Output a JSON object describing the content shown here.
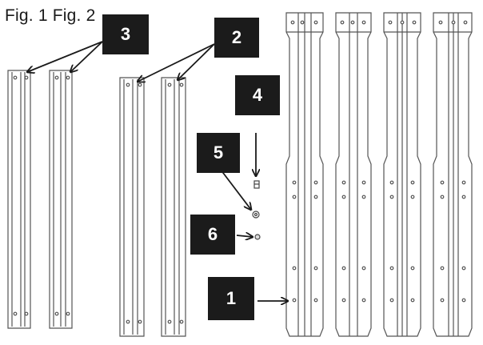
{
  "caption": {
    "fig1": "Fig. 1",
    "fig2": "Fig. 2"
  },
  "callouts": [
    {
      "id": "3",
      "label": "3"
    },
    {
      "id": "2",
      "label": "2"
    },
    {
      "id": "4",
      "label": "4"
    },
    {
      "id": "5",
      "label": "5"
    },
    {
      "id": "6",
      "label": "6"
    },
    {
      "id": "1",
      "label": "1"
    }
  ],
  "colors": {
    "line": "#555555",
    "callout_bg": "#1b1b1b",
    "callout_text": "#ffffff"
  }
}
